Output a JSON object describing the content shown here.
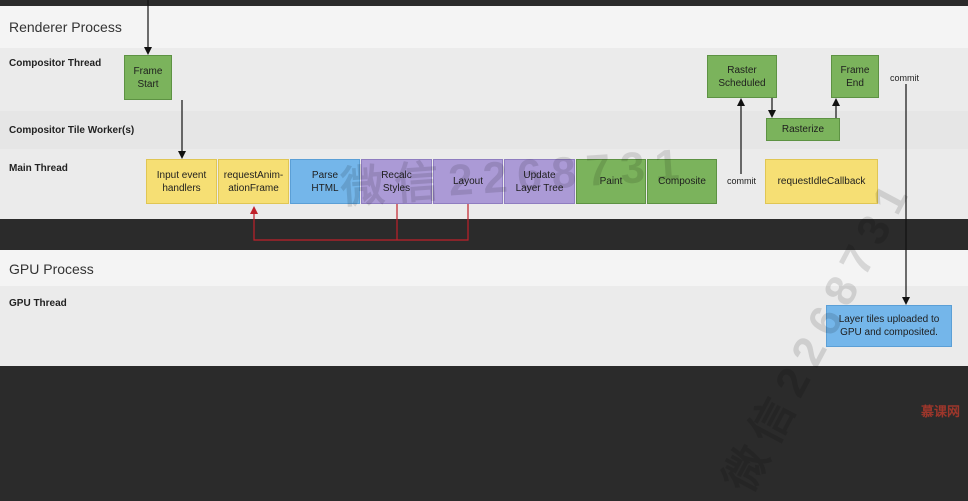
{
  "renderer": {
    "title": "Renderer Process",
    "threads": {
      "compositor": "Compositor Thread",
      "tile_worker": "Compositor Tile Worker(s)",
      "main": "Main Thread"
    }
  },
  "gpu": {
    "title": "GPU Process",
    "thread": "GPU Thread"
  },
  "boxes": {
    "frame_start": "Frame\nStart",
    "raster_scheduled": "Raster\nScheduled",
    "frame_end": "Frame\nEnd",
    "rasterize": "Rasterize",
    "input_handlers": "Input event\nhandlers",
    "raf": "requestAnim-\nationFrame",
    "parse_html": "Parse\nHTML",
    "recalc_styles": "Recalc\nStyles",
    "layout": "Layout",
    "update_layer_tree": "Update\nLayer Tree",
    "paint": "Paint",
    "composite": "Composite",
    "ric": "requestIdleCallback",
    "gpu_upload": "Layer tiles uploaded to\nGPU and composited."
  },
  "notes": {
    "commit_main": "commit",
    "commit_top": "commit"
  },
  "colors": {
    "green": "#7bb35c",
    "yellow": "#f6df74",
    "blue": "#74b6ea",
    "purple": "#ab9ad6",
    "forced_layout_arrow": "#c0202a"
  },
  "watermark": "微信2268731",
  "logo": "慕课网"
}
